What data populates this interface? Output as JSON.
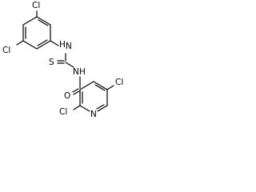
{
  "molecule": {
    "atoms": {
      "cl_top": "Cl",
      "cl_left": "Cl",
      "nh_upper": "H",
      "nh_upper_n": "N",
      "s": "S",
      "nh_lower": "N",
      "nh_lower_h": "H",
      "o": "O",
      "cl_right": "Cl",
      "cl_bottom": "Cl",
      "n_ring": "N"
    }
  },
  "colors": {
    "bond": "#000000",
    "label": "#000000",
    "background": "#ffffff"
  }
}
